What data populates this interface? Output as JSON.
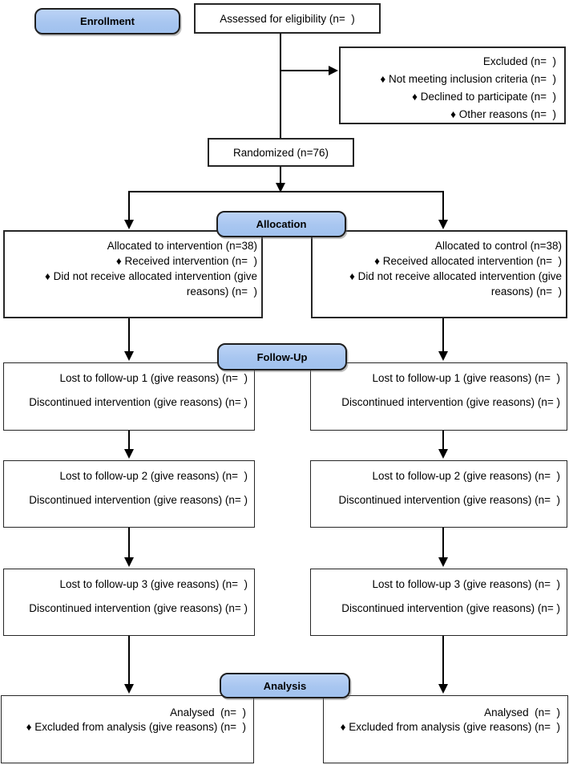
{
  "stage_labels": {
    "enrollment": "Enrollment",
    "allocation": "Allocation",
    "followup": "Follow-Up",
    "analysis": "Analysis"
  },
  "boxes": {
    "assessed": "Assessed for eligibility (n=  )",
    "excluded": {
      "title": "Excluded (n=  )",
      "bullets": [
        "♦ Not meeting inclusion criteria (n=  )",
        "♦ Declined to participate (n=  )",
        "♦ Other reasons (n=  )"
      ]
    },
    "randomized": "Randomized (n=76)",
    "allocation_intervention": {
      "title": "Allocated to intervention (n=38)",
      "bullets": [
        "♦ Received intervention (n=  )",
        "♦ Did not receive allocated intervention (give reasons) (n=  )"
      ]
    },
    "allocation_control": {
      "title": "Allocated to control (n=38)",
      "bullets": [
        "♦ Received allocated intervention (n=  )",
        "♦ Did not receive allocated intervention (give reasons) (n=  )"
      ]
    },
    "followup_rows": [
      {
        "left": [
          "Lost to follow-up 1 (give reasons) (n=  )",
          "Discontinued intervention (give reasons) (n= )"
        ],
        "right": [
          "Lost to follow-up 1 (give reasons) (n=  )",
          "Discontinued intervention (give reasons) (n= )"
        ]
      },
      {
        "left": [
          "Lost to follow-up 2 (give reasons) (n=  )",
          "Discontinued intervention (give reasons) (n= )"
        ],
        "right": [
          "Lost to follow-up 2 (give reasons) (n=  )",
          "Discontinued intervention (give reasons) (n=  )"
        ]
      },
      {
        "left": [
          "Lost to follow-up 3 (give reasons) (n=  )",
          "Discontinued intervention (give reasons) (n= )"
        ],
        "right": [
          "Lost to follow-up 3 (give reasons) (n=  )",
          "Discontinued intervention (give reasons) (n= )"
        ]
      }
    ],
    "analysis_left": [
      "Analysed  (n=  )",
      "♦ Excluded from analysis (give reasons) (n=  )"
    ],
    "analysis_right": [
      "Analysed  (n=  )",
      "♦ Excluded from analysis (give reasons) (n=  )"
    ]
  },
  "colors": {
    "stage_fill": "#a8c6f0",
    "stage_border": "#1f1f1f",
    "box_border": "#262626",
    "connector": "#000000"
  }
}
